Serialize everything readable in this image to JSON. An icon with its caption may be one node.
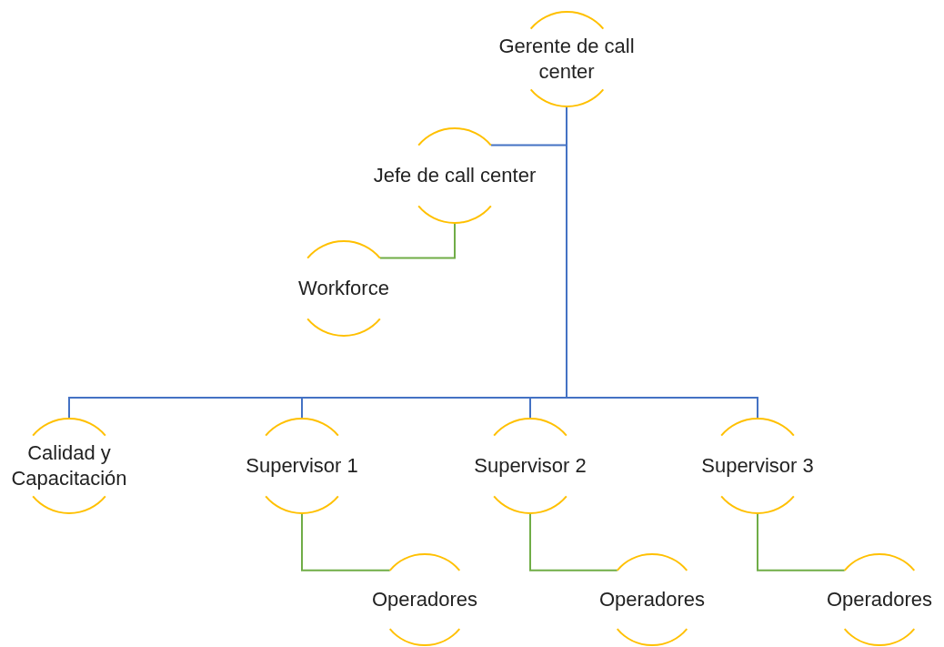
{
  "diagram": {
    "nodes": [
      {
        "text": [
          "Gerente de call center"
        ]
      },
      {
        "text": [
          "Jefe de call center"
        ]
      },
      {
        "text": [
          "Workforce"
        ]
      },
      {
        "text": [
          "Calidad y Capacitación"
        ]
      },
      {
        "text": [
          "Supervisor 1"
        ]
      },
      {
        "text": [
          "Supervisor 2"
        ]
      },
      {
        "text": [
          "Supervisor 3"
        ]
      },
      {
        "text": [
          "Operadores"
        ]
      },
      {
        "text": [
          "Operadores"
        ]
      },
      {
        "text": [
          "Operadores"
        ]
      }
    ],
    "edges": [
      {
        "from": 0,
        "to": 1,
        "arrow": "none"
      },
      {
        "from": 1,
        "to": 2,
        "arrow": "none",
        "color": "#70ad47"
      },
      {
        "from": 0,
        "to": 3,
        "arrow": "none"
      },
      {
        "from": 0,
        "to": 4,
        "arrow": "none"
      },
      {
        "from": 0,
        "to": 5,
        "arrow": "none"
      },
      {
        "from": 0,
        "to": 6,
        "arrow": "none"
      },
      {
        "from": 4,
        "to": 7,
        "arrow": "none",
        "color": "#70ad47"
      },
      {
        "from": 5,
        "to": 8,
        "arrow": "none",
        "color": "#70ad47"
      },
      {
        "from": 6,
        "to": 9,
        "arrow": "none",
        "color": "#70ad47"
      }
    ]
  }
}
